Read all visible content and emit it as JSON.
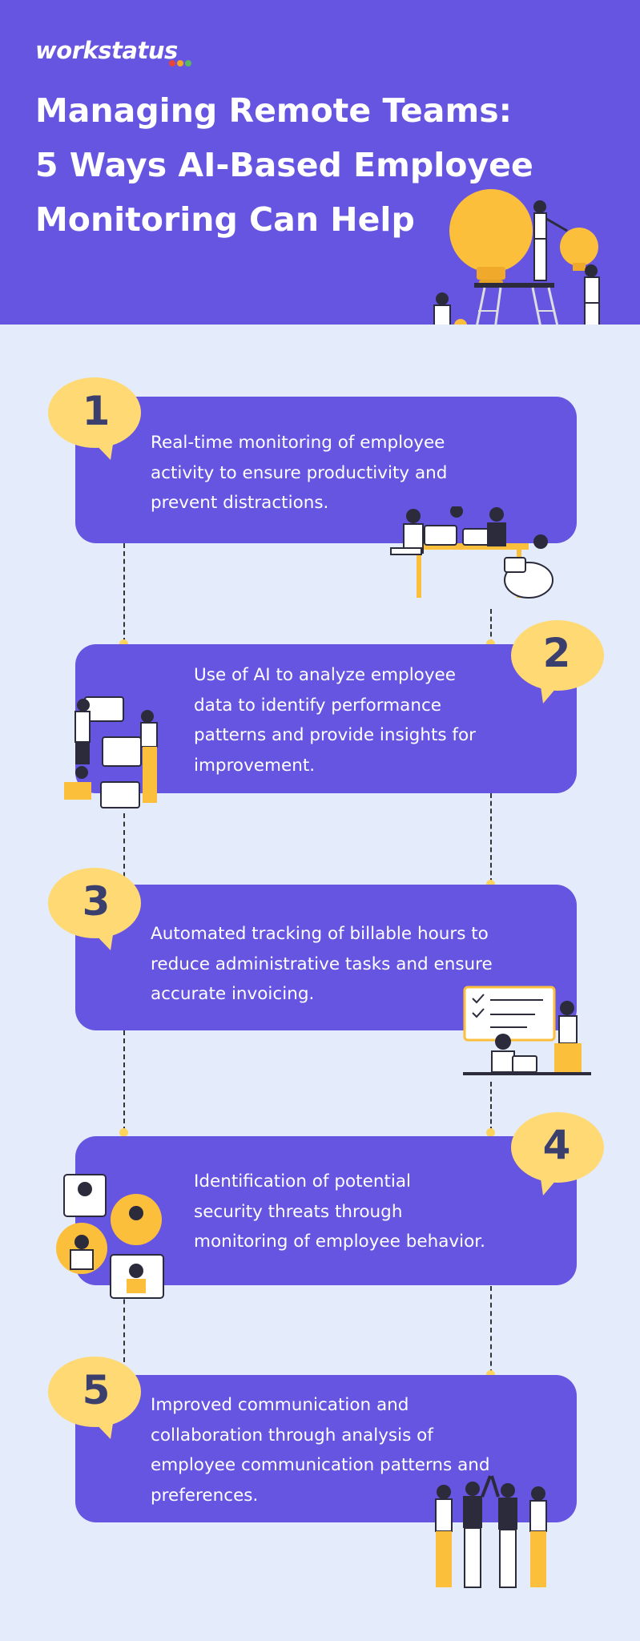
{
  "brand": {
    "logo_text": "workstatus",
    "dot_colors": [
      "#e8443a",
      "#f5a623",
      "#5cb85c"
    ]
  },
  "header": {
    "title_lines": [
      "Managing Remote Teams:",
      "5 Ways AI-Based Employee",
      "Monitoring Can Help"
    ]
  },
  "colors": {
    "header_bg": "#6655e0",
    "page_bg": "#e4ebfa",
    "card_bg": "#6655e0",
    "bubble": "#ffd973",
    "number": "#3b3f6e",
    "text": "#ffffff"
  },
  "steps": [
    {
      "number": "1",
      "lines": [
        "Real-time monitoring of employee",
        "activity to ensure productivity and",
        "prevent distractions."
      ],
      "illustration": "team-at-desk-illustration"
    },
    {
      "number": "2",
      "lines": [
        "Use of AI to analyze employee",
        "data to identify performance",
        "patterns and provide insights for",
        "improvement."
      ],
      "illustration": "building-blocks-illustration"
    },
    {
      "number": "3",
      "lines": [
        "Automated tracking of billable hours to",
        "reduce administrative tasks and ensure",
        "accurate invoicing."
      ],
      "illustration": "checklist-board-illustration"
    },
    {
      "number": "4",
      "lines": [
        "Identification of potential",
        "security threats through",
        "monitoring of employee behavior."
      ],
      "illustration": "video-call-illustration"
    },
    {
      "number": "5",
      "lines": [
        "Improved communication and",
        "collaboration through analysis of",
        "employee communication patterns and",
        "preferences."
      ],
      "illustration": "team-huddle-illustration"
    }
  ]
}
